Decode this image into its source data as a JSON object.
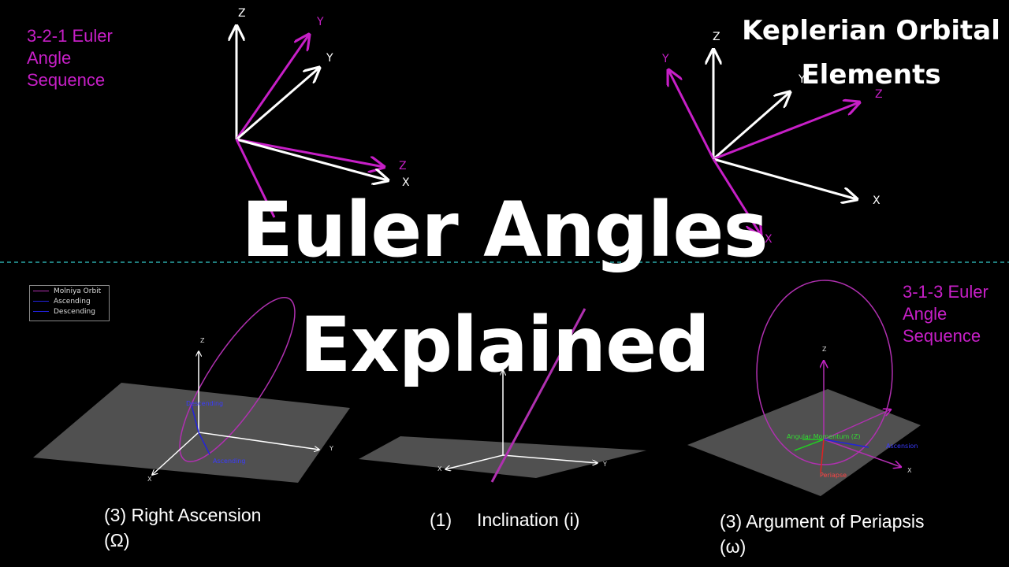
{
  "top_left_label": [
    "3-2-1 Euler",
    "Angle",
    "Sequence"
  ],
  "top_right_title": [
    "Keplerian Orbital",
    "Elements"
  ],
  "main_title": [
    "Euler Angles",
    "Explained"
  ],
  "bottom_right_label": [
    "3-1-3 Euler",
    "Angle",
    "Sequence"
  ],
  "frame_left": {
    "axes": {
      "z": "Z",
      "y_rot": "Y",
      "y": "Y",
      "z_rot": "Z",
      "x": "X"
    }
  },
  "frame_right": {
    "axes": {
      "z": "Z",
      "y_rot": "Y",
      "y": "Y",
      "z_rot": "Z",
      "x": "X",
      "x_rot": "X"
    }
  },
  "legend": [
    {
      "label": "Molniya Orbit",
      "color": "#b030b0"
    },
    {
      "label": "Ascending",
      "color": "#2222dd"
    },
    {
      "label": "Descending",
      "color": "#2222dd"
    }
  ],
  "plot_left": {
    "z": "Z",
    "y": "Y",
    "x": "X",
    "descending": "Descending",
    "ascending": "Ascending"
  },
  "plot_mid": {
    "x": "X",
    "y": "Y"
  },
  "plot_right": {
    "z": "Z",
    "x": "X",
    "angular_momentum": "Angular Momentum (Z)",
    "ascension": "Ascension",
    "periapse": "Periapse"
  },
  "captions": {
    "right_ascension": [
      "(3) Right Ascension",
      "(Ω)"
    ],
    "inclination": "(1)     Inclination (i)",
    "periapsis": [
      "(3) Argument of Periapsis",
      "(ω)"
    ]
  },
  "colors": {
    "magenta": "#c71fc7",
    "divider": "#2aa7a7",
    "plane": "#505050",
    "axis": "#ffffff"
  }
}
